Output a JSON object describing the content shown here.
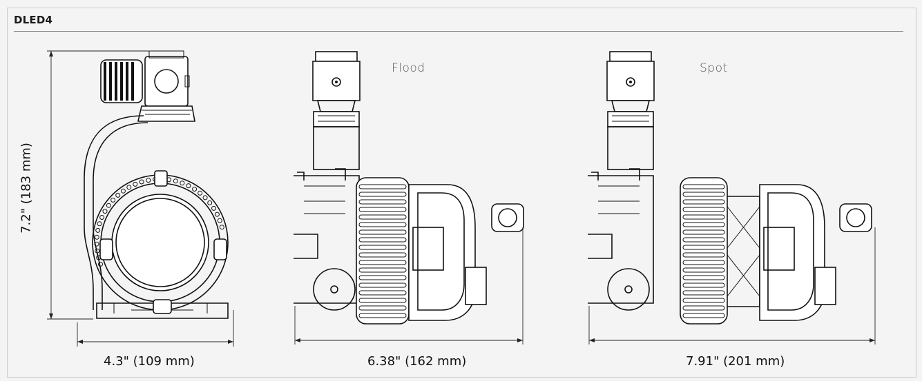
{
  "header": {
    "title": "DLED4"
  },
  "views": {
    "front": {
      "width_label": "4.3\" (109 mm)",
      "height_label": "7.2\" (183 mm)"
    },
    "flood": {
      "title": "Flood",
      "width_label": "6.38\" (162 mm)"
    },
    "spot": {
      "title": "Spot",
      "width_label": "7.91\" (201 mm)"
    }
  }
}
